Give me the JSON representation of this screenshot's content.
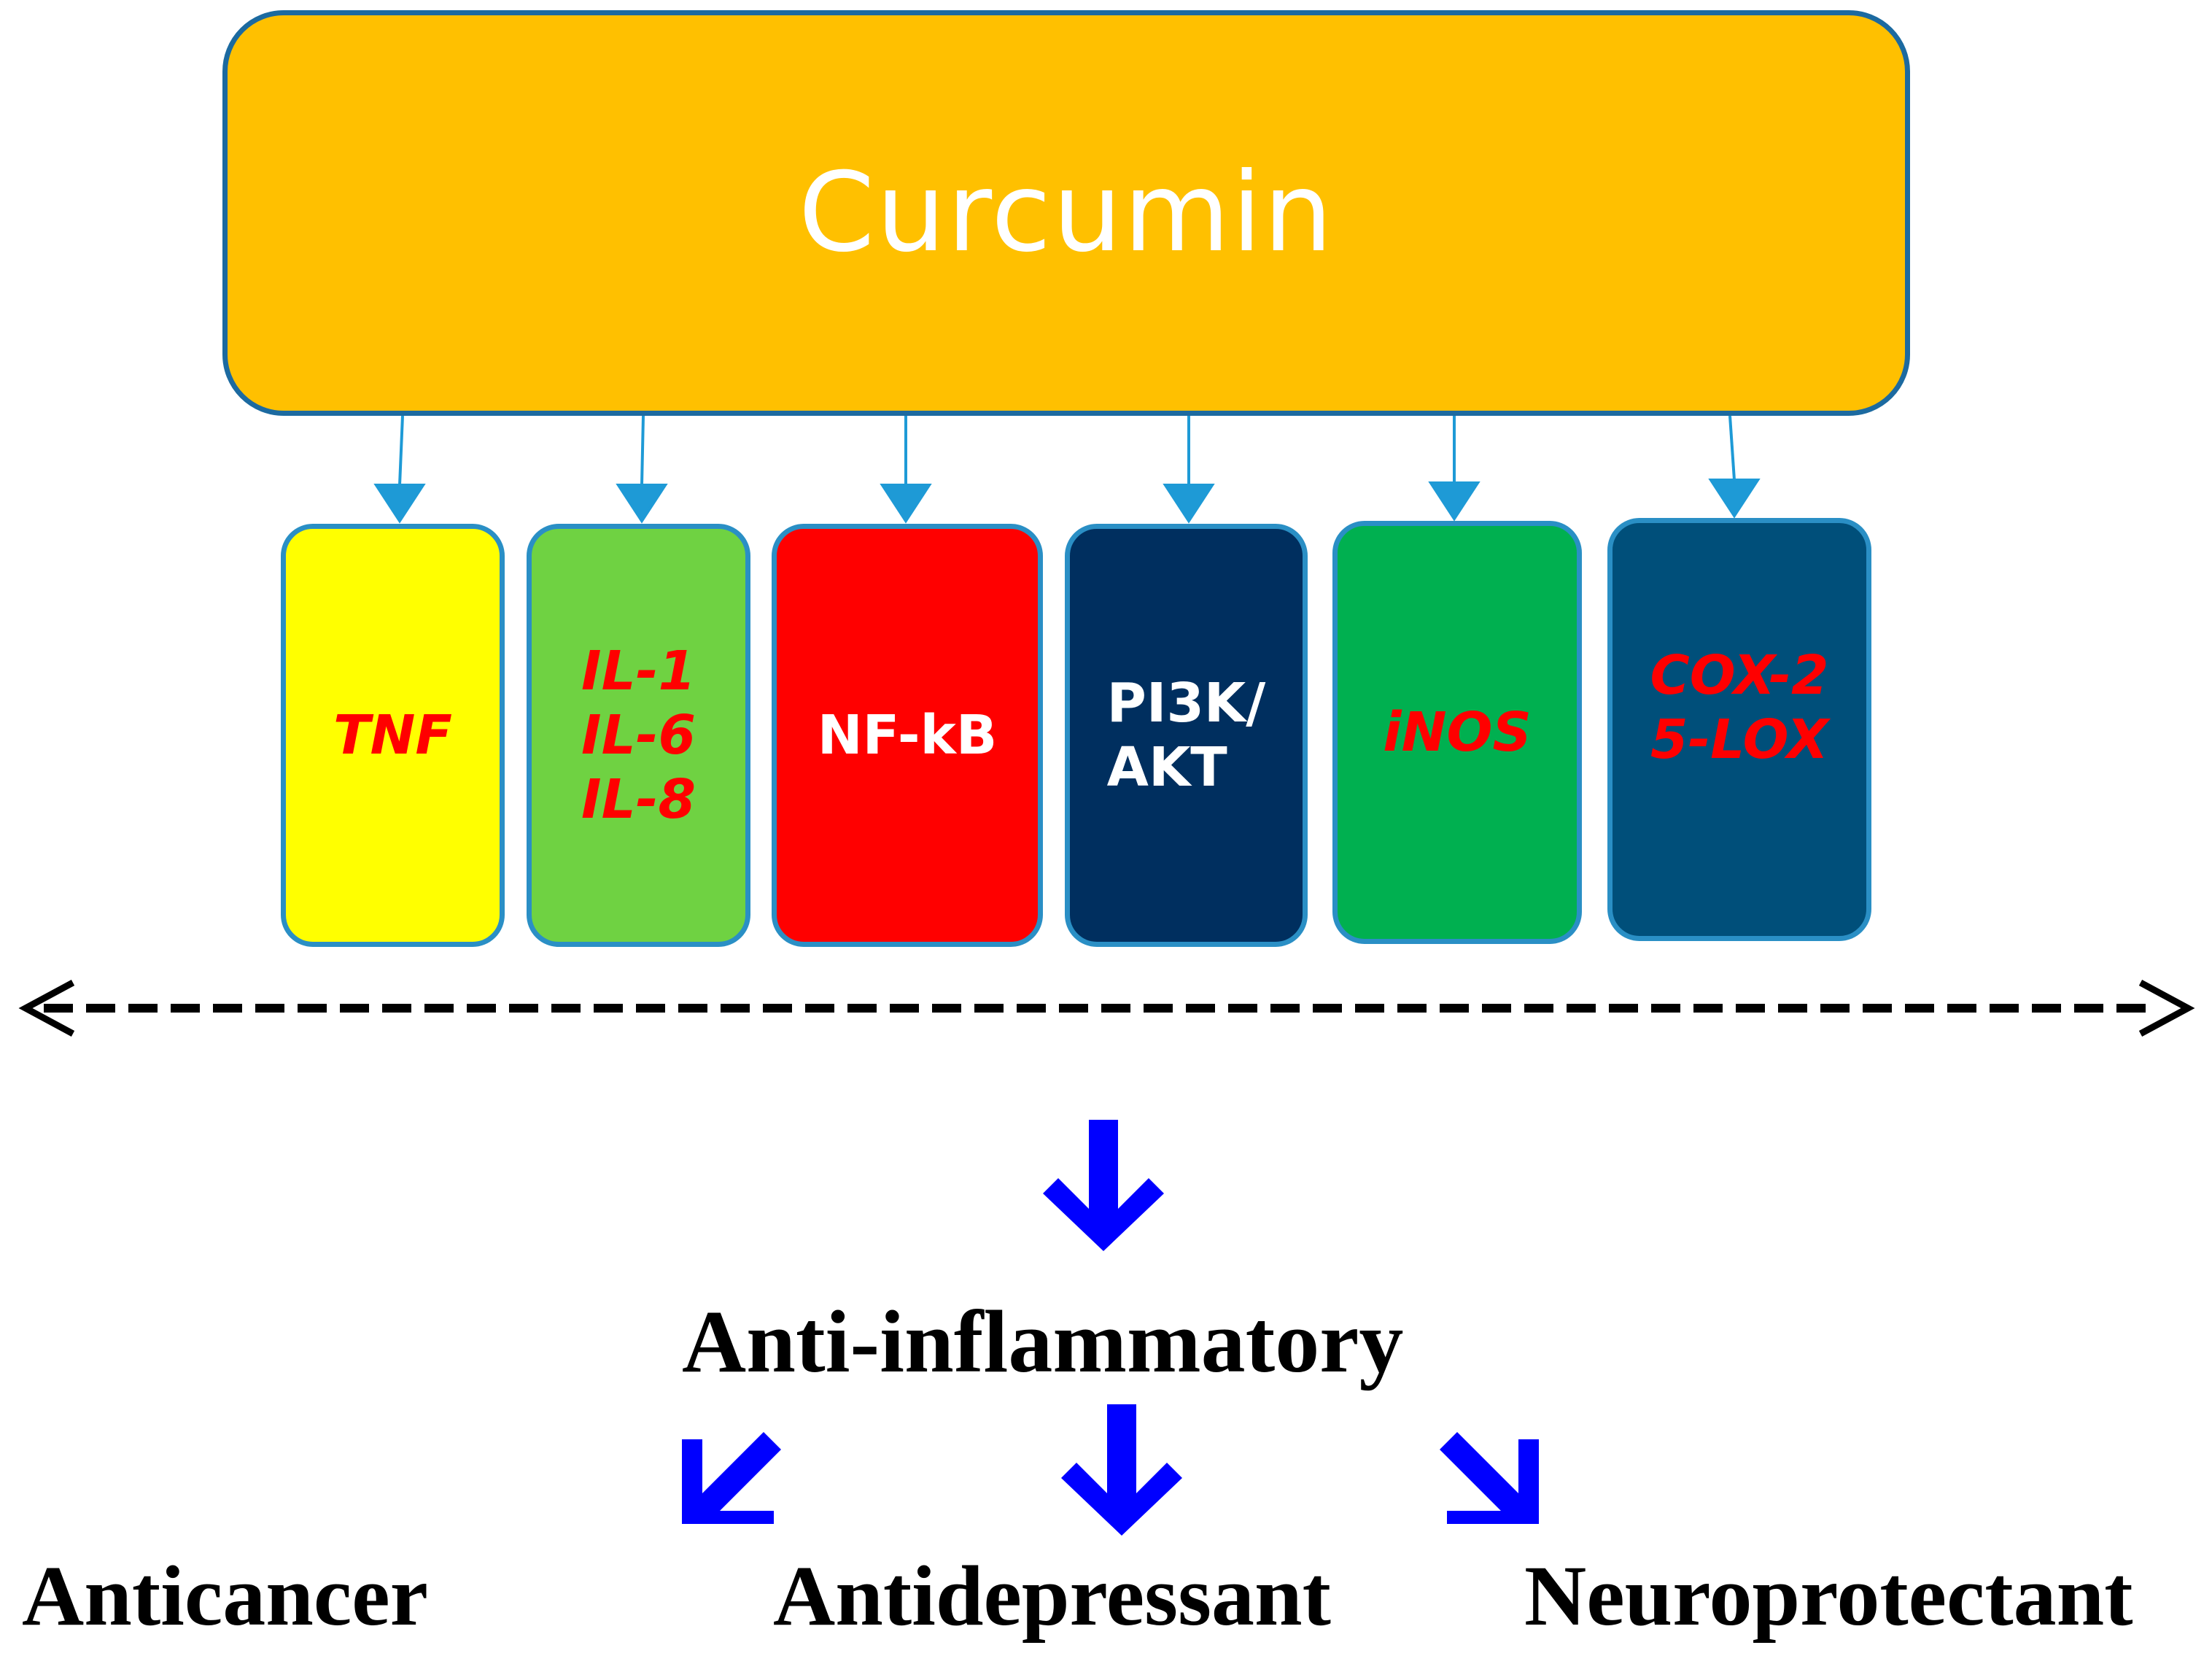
{
  "curcumin": {
    "label": "Curcumin",
    "fill_color": "#ffc000",
    "label_color": "#ffffff"
  },
  "targets": [
    {
      "label": "TNF",
      "fill_color": "#ffff00",
      "text_color": "#ff0000"
    },
    {
      "label": "IL-1\nIL-6\nIL-8",
      "fill_color": "#6fd242",
      "text_color": "#ff0000"
    },
    {
      "label": "NF-kB",
      "fill_color": "#ff0000",
      "text_color": "#ffffff"
    },
    {
      "label": "PI3K/\nAKT",
      "fill_color": "#002f5f",
      "text_color": "#ffffff"
    },
    {
      "label": "iNOS",
      "fill_color": "#00b050",
      "text_color": "#ff0000"
    },
    {
      "label": "COX-2\n5-LOX",
      "fill_color": "#004f7a",
      "text_color": "#ff0000"
    }
  ],
  "divider": {
    "style": "dashed double-headed arrow",
    "color": "#000000"
  },
  "outcome": {
    "label": "Anti-inflammatory",
    "arrow_color": "#0000ff"
  },
  "effects": [
    {
      "label": "Anticancer",
      "arrow": "down-left"
    },
    {
      "label": "Antidepressant",
      "arrow": "down"
    },
    {
      "label": "Neuroprotectant",
      "arrow": "down-right"
    }
  ],
  "connector_color": "#1e9ad6"
}
